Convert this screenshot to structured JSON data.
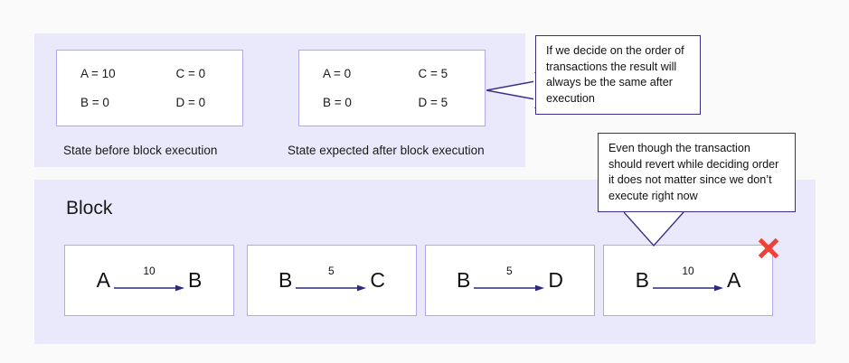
{
  "panels": {
    "state_panel_label": "state-summary-panel",
    "block_panel_label": "block-panel"
  },
  "state_before": {
    "caption": "State before block execution",
    "cells": [
      "A = 10",
      "C = 0",
      "B = 0",
      "D = 0"
    ]
  },
  "state_after": {
    "caption": "State expected after block execution",
    "cells": [
      "A = 0",
      "C = 5",
      "B = 0",
      "D = 5"
    ]
  },
  "block": {
    "heading": "Block",
    "transactions": [
      {
        "from": "A",
        "amount": "10",
        "to": "B",
        "reverts": false
      },
      {
        "from": "B",
        "amount": "5",
        "to": "C",
        "reverts": false
      },
      {
        "from": "B",
        "amount": "5",
        "to": "D",
        "reverts": false
      },
      {
        "from": "B",
        "amount": "10",
        "to": "A",
        "reverts": true
      }
    ],
    "revert_marker": "red-x-icon"
  },
  "callouts": {
    "order": "If we decide on the order of transactions the result will always be the same after execution",
    "revert": "Even though the transaction should revert while deciding order it does not matter since we don’t execute right now"
  },
  "colors": {
    "page_background": "#fafafa",
    "panel_background": "#eae8fb",
    "box_border": "#b4a7ec",
    "callout_border": "#3b2e86",
    "arrow": "#2c2a7c",
    "revert_x": "#ef4136",
    "text": "#111111"
  }
}
